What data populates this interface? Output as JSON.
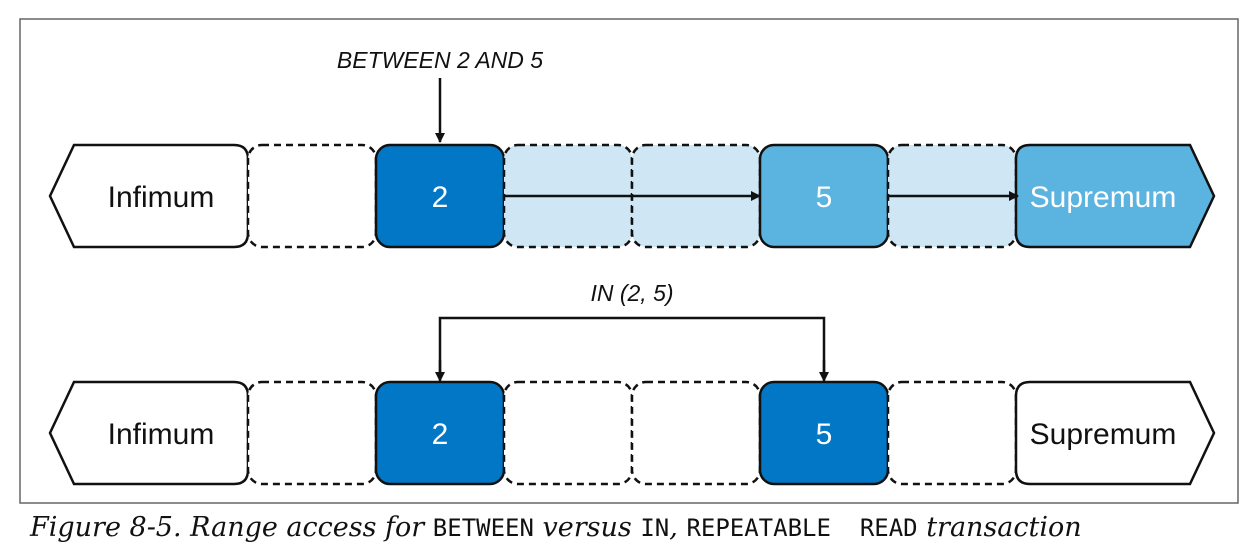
{
  "colors": {
    "dark_blue": "#0277c6",
    "mid_blue": "#5bb3e0",
    "light_blue": "#cfe7f5",
    "border": "#111111",
    "text_light": "#ffffff",
    "text_dark": "#111111"
  },
  "rows": [
    {
      "label": "BETWEEN 2 AND 5",
      "cells": [
        {
          "text": "Infimum",
          "kind": "left-arrow",
          "fill": "white",
          "dashed": false
        },
        {
          "text": "",
          "kind": "gap",
          "fill": "white",
          "dashed": true
        },
        {
          "text": "2",
          "kind": "record",
          "fill": "dark",
          "dashed": false
        },
        {
          "text": "",
          "kind": "gap",
          "fill": "light",
          "dashed": true
        },
        {
          "text": "",
          "kind": "gap",
          "fill": "light",
          "dashed": true
        },
        {
          "text": "5",
          "kind": "record",
          "fill": "mid",
          "dashed": false
        },
        {
          "text": "",
          "kind": "gap",
          "fill": "light",
          "dashed": true
        },
        {
          "text": "Supremum",
          "kind": "right-arrow",
          "fill": "mid",
          "dashed": false
        }
      ]
    },
    {
      "label": "IN (2, 5)",
      "cells": [
        {
          "text": "Infimum",
          "kind": "left-arrow",
          "fill": "white",
          "dashed": false
        },
        {
          "text": "",
          "kind": "gap",
          "fill": "white",
          "dashed": true
        },
        {
          "text": "2",
          "kind": "record",
          "fill": "dark",
          "dashed": false
        },
        {
          "text": "",
          "kind": "gap",
          "fill": "white",
          "dashed": true
        },
        {
          "text": "",
          "kind": "gap",
          "fill": "white",
          "dashed": true
        },
        {
          "text": "5",
          "kind": "record",
          "fill": "dark",
          "dashed": false
        },
        {
          "text": "",
          "kind": "gap",
          "fill": "white",
          "dashed": true
        },
        {
          "text": "Supremum",
          "kind": "right-arrow",
          "fill": "white",
          "dashed": false
        }
      ]
    }
  ],
  "caption": {
    "prefix": "Figure 8-5. Range access for ",
    "code1": "BETWEEN",
    "middle": " versus ",
    "code2": "IN",
    "comma": ", ",
    "code3": "REPEATABLE  READ",
    "suffix": " transaction"
  }
}
